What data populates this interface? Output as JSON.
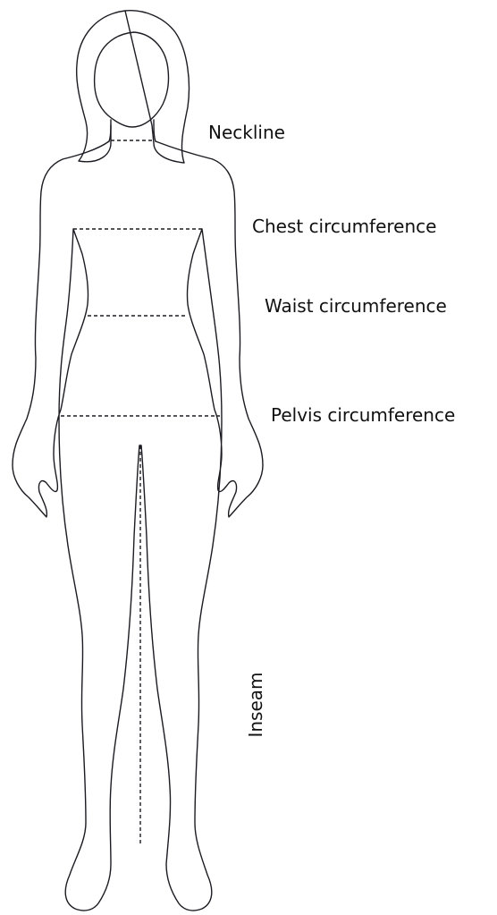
{
  "labels": {
    "neckline": "Neckline",
    "chest": "Chest circumference",
    "waist": "Waist circumference",
    "pelvis": "Pelvis circumference",
    "inseam": "Inseam"
  },
  "colors": {
    "line": "#1b1b22",
    "text": "#111111",
    "background": "#ffffff"
  }
}
